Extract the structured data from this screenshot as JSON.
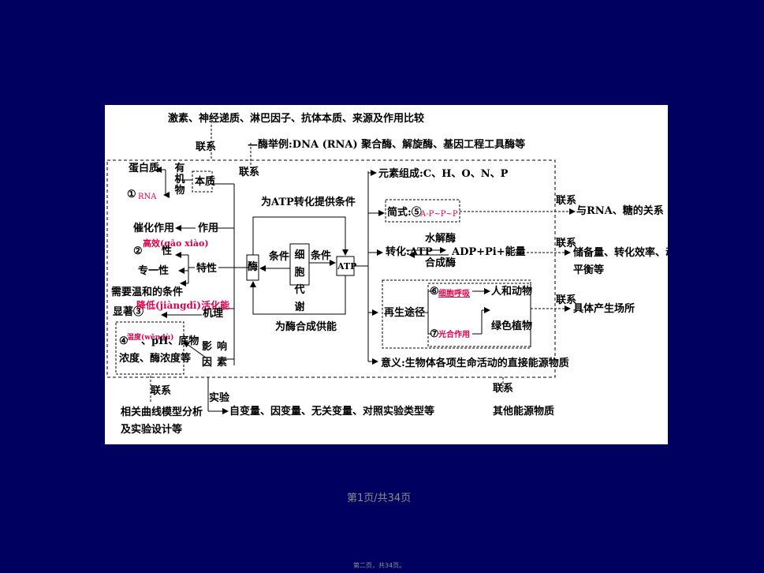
{
  "footer": {
    "page": "第1页/共34页",
    "subpage": "第二页，共34页。"
  },
  "top": {
    "compare": "激素、神经递质、淋巴因子、抗体本质、来源及作用比较",
    "lianxi": "联系",
    "examples": "—酶举例:DNA (RNA) 聚合酶、解旋酶、基因工程工具酶等",
    "lianxi2": "联系"
  },
  "enzyme": {
    "protein": "蛋白质",
    "organic": "有机物",
    "essence": "本质",
    "rna_num": "①",
    "rna": "RNA",
    "catalysis": "催化作用",
    "function": "作用",
    "efficient_num": "②",
    "efficient": "高效(gāo xiào)",
    "efficient_suffix": "性",
    "specific": "专一性",
    "property": "特性",
    "mild": "需要温和的条件",
    "notable": "显著③",
    "lower": "降低(jiàngdī)活化能",
    "mechanism": "机理",
    "temp_num": "④",
    "temp": "温度(wēndù)",
    "temp_rest": "、pH、底物",
    "concentration": "浓度、酶浓度等",
    "factor": "影响因素",
    "lianxi": "联系",
    "curve1": "相关曲线模型分析",
    "curve2": "及实验设计等",
    "experiment": "实验",
    "variables": "自变量、因变量、无关变量、对照实验类型等"
  },
  "center": {
    "enzyme": "酶",
    "condition1": "条件",
    "metabolism": "细胞代谢",
    "condition2": "条件",
    "atp": "ATP",
    "provide_atp": "为ATP转化提供条件",
    "provide_enzyme": "为酶合成供能"
  },
  "atp": {
    "elements": "元素组成:C、H、O、N、P",
    "formula_label": "简式:⑤",
    "formula": "A-P~P~P",
    "lianxi_rna": "联系",
    "rna_relation": "与RNA、糖的关系",
    "convert": "转化:ATP",
    "hydrolase": "水解酶",
    "synthase": "合成酶",
    "products": "ADP+Pi+能量",
    "lianxi_store": "联系",
    "store1": "储备量、转化效率、动态",
    "store2": "平衡等",
    "regen": "再生途径",
    "resp_num": "⑥",
    "resp": "细胞呼吸",
    "animals": "人和动物",
    "photo_num": "⑦",
    "photo": "光合作用",
    "plants": "绿色植物",
    "lianxi_site": "联系",
    "site": "具体产生场所",
    "meaning": "意义:生物体各项生命活动的直接能源物质",
    "lianxi_other": "联系",
    "other": "其他能源物质"
  }
}
